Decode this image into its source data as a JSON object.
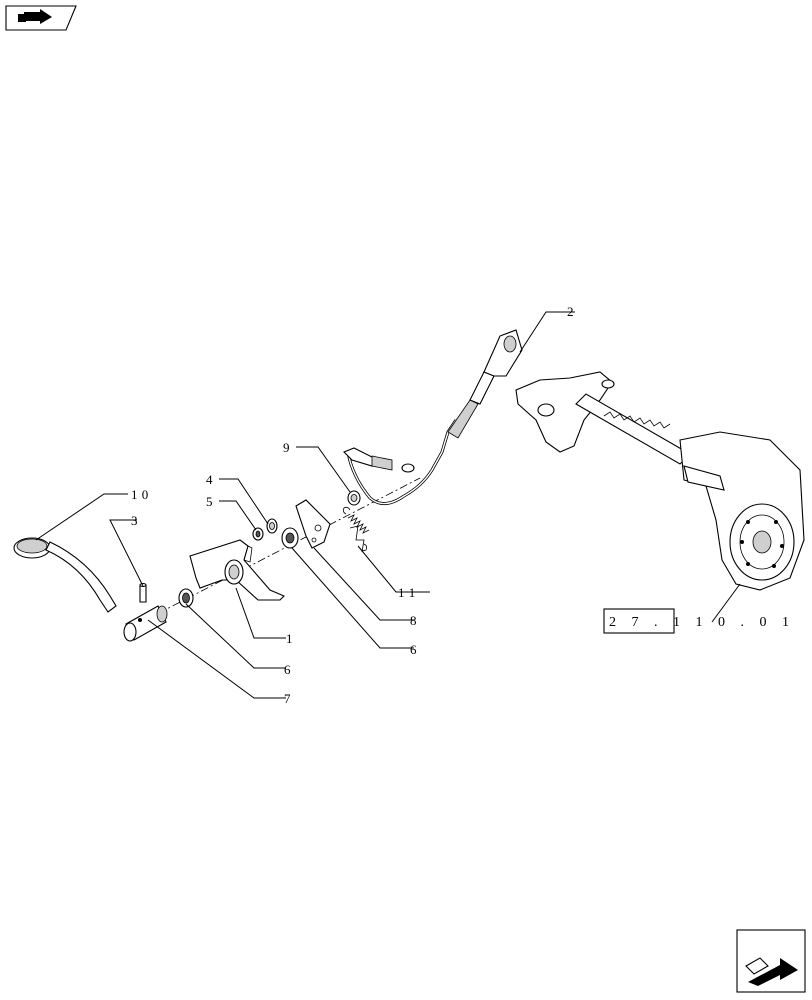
{
  "callouts": {
    "c1": "1",
    "c2": "2",
    "c3": "3",
    "c4": "4",
    "c5": "5",
    "c6a": "6",
    "c6b": "6",
    "c7": "7",
    "c8": "8",
    "c9": "9",
    "c10": "1 0",
    "c11": "1 1"
  },
  "reference": {
    "label": "2 7 . 1 1 0 . 0 1"
  },
  "icons": {
    "top_left": "previous-page-arrow-icon",
    "bottom_right": "next-page-arrow-icon"
  }
}
